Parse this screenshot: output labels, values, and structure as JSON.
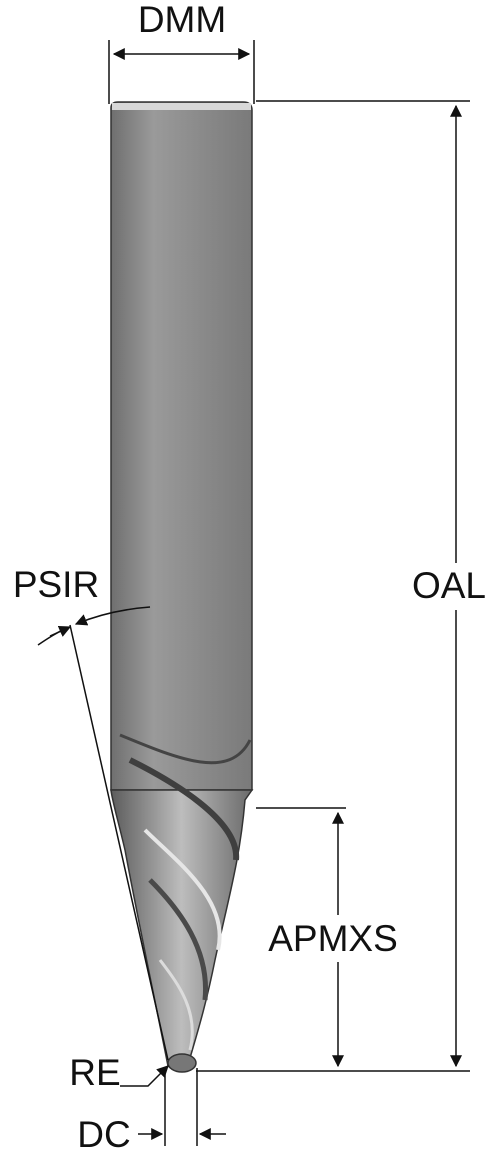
{
  "diagram": {
    "labels": {
      "dmm": "DMM",
      "oal": "OAL",
      "psir": "PSIR",
      "apmxs": "APMXS",
      "re": "RE",
      "dc": "DC"
    },
    "colors": {
      "shank": "#8a8a8a",
      "dimension_lines": "#111111"
    }
  }
}
